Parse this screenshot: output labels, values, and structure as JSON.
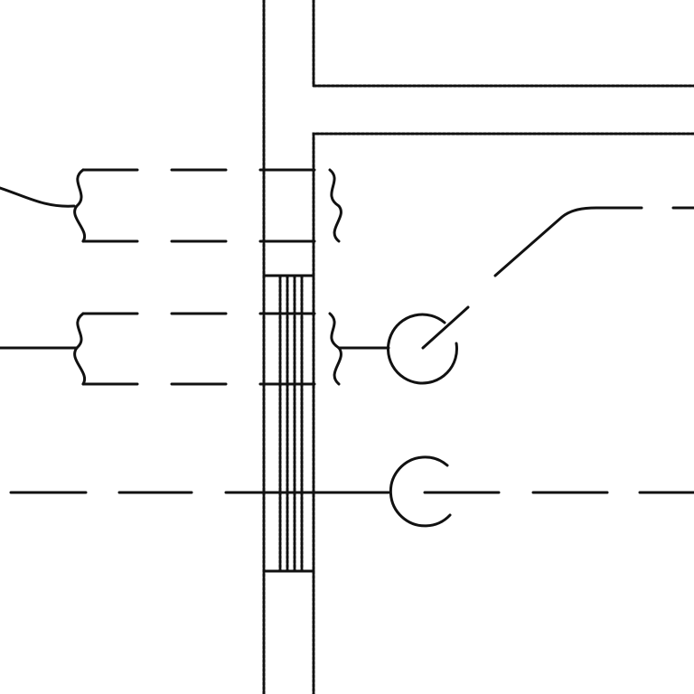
{
  "figure": {
    "type": "technical line drawing",
    "colors": {
      "line": "#111111",
      "background": "#ffffff"
    },
    "elements": [
      "wall",
      "hatched-insert",
      "upper-pipe-with-break",
      "lower-pipe-with-break",
      "switch-contact",
      "centerline-circle"
    ]
  }
}
